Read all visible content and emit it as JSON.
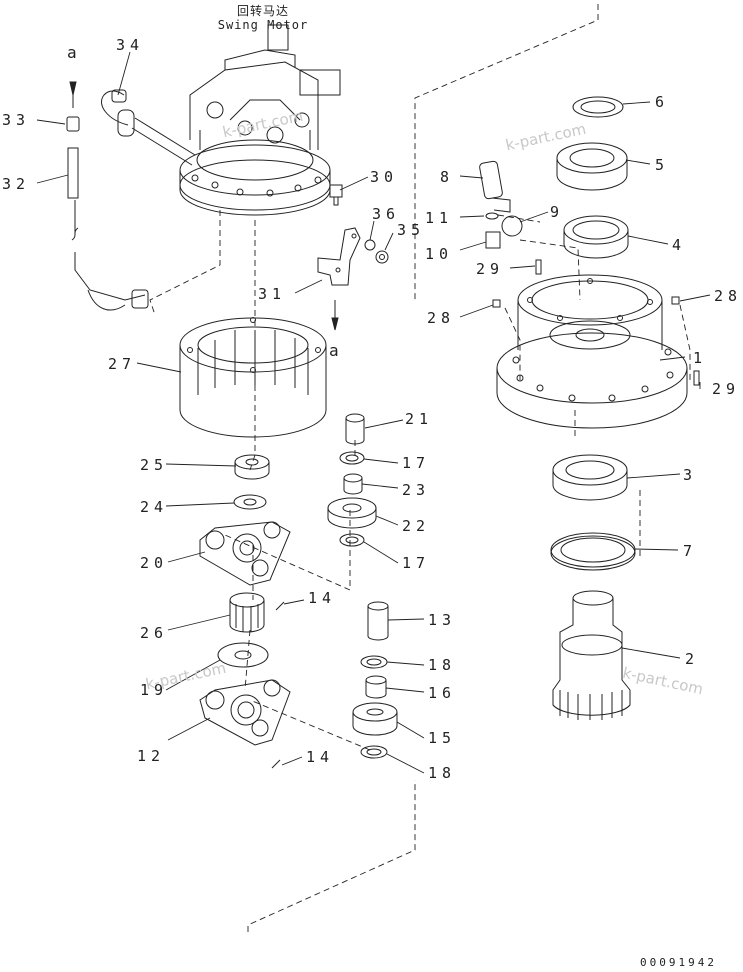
{
  "title_cn": "回转马达",
  "title_en": "Swing Motor",
  "callouts": [
    "1",
    "2",
    "3",
    "4",
    "5",
    "6",
    "7",
    "8",
    "9",
    "10",
    "11",
    "12",
    "13",
    "14",
    "14",
    "15",
    "16",
    "17",
    "17",
    "18",
    "18",
    "19",
    "20",
    "21",
    "22",
    "23",
    "24",
    "25",
    "26",
    "27",
    "28",
    "28",
    "29",
    "29",
    "30",
    "31",
    "32",
    "33",
    "34",
    "35",
    "36"
  ],
  "ref_mark": "a",
  "watermark": "k-part.com",
  "doc_number": "00091942"
}
